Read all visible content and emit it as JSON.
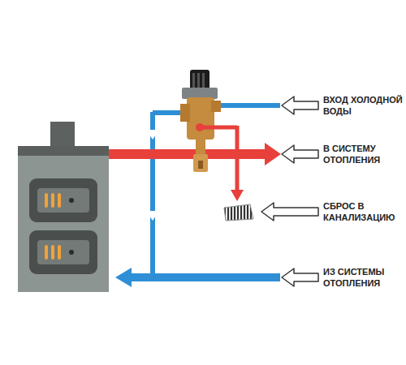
{
  "diagram": {
    "labels": [
      "ВХОД ХОЛОДНОЙ ВОДЫ",
      "В СИСТЕМУ ОТОПЛЕНИЯ",
      "СБРОС В КАНАЛИЗАЦИЮ",
      "ИЗ СИСТЕМЫ ОТОПЛЕНИЯ"
    ]
  }
}
